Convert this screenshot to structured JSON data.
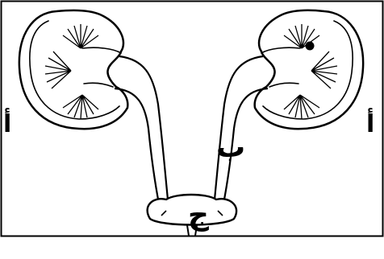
{
  "labels": {
    "kidney_left": "أ",
    "kidney_right": "أ",
    "ureter": "ب",
    "bladder": "ج"
  },
  "colors": {
    "stroke": "#000000",
    "background": "#ffffff"
  }
}
